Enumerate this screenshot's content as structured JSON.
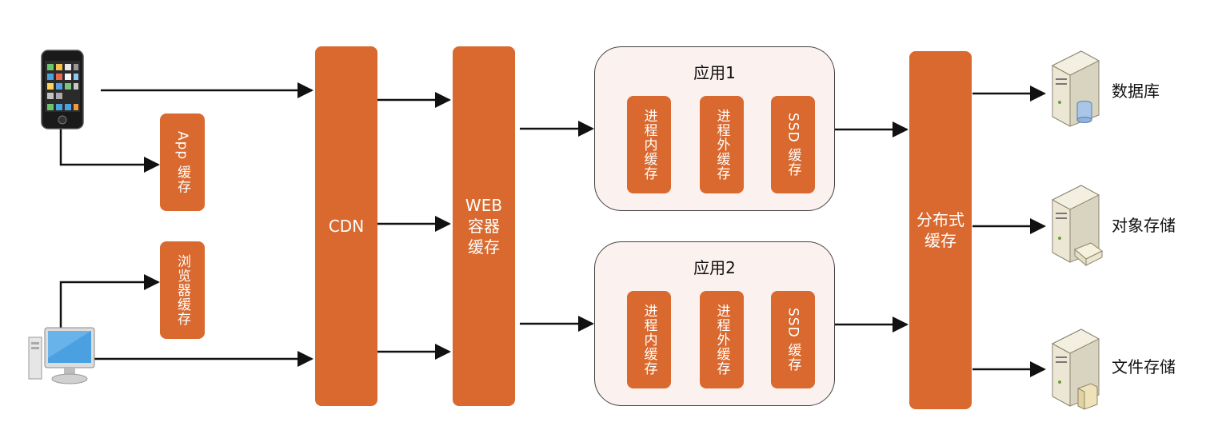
{
  "left": {
    "app_cache": "App 缓存",
    "browser_cache": "浏览器缓存"
  },
  "cdn": "CDN",
  "web_cache": "WEB\n容器\n缓存",
  "apps": [
    {
      "title": "应用1",
      "items": [
        "进程内缓存",
        "进程外缓存",
        "SSD 缓存"
      ]
    },
    {
      "title": "应用2",
      "items": [
        "进程内缓存",
        "进程外缓存",
        "SSD 缓存"
      ]
    }
  ],
  "distributed_cache": "分布式\n缓存",
  "storage": {
    "database": "数据库",
    "object_storage": "对象存储",
    "file_storage": "文件存储"
  },
  "colors": {
    "accent": "#d9692e",
    "container_fill": "#fbf1ee",
    "line": "#111111"
  },
  "icons": {
    "phone": "smartphone-icon",
    "desktop": "desktop-computer-icon",
    "database": "database-server-icon",
    "object_storage": "object-storage-server-icon",
    "file_storage": "file-storage-server-icon"
  }
}
